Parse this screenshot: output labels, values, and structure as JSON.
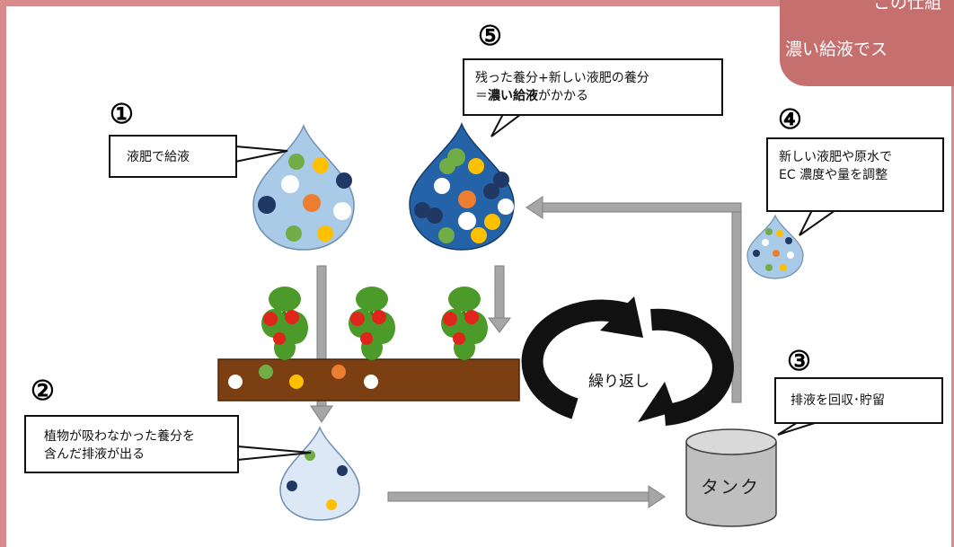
{
  "banner": {
    "line1": "この仕組",
    "line2": "濃い給液でス"
  },
  "steps": {
    "s1": {
      "number": "①",
      "text": "液肥で給液"
    },
    "s2": {
      "number": "②",
      "line1": "植物が吸わなかった養分を",
      "line2": "含んだ排液が出る"
    },
    "s3": {
      "number": "③",
      "text": "排液を回収･貯留"
    },
    "s4": {
      "number": "④",
      "line1": "新しい液肥や原水で",
      "line2": "EC 濃度や量を調整"
    },
    "s5": {
      "number": "⑤",
      "line1": "残った養分+新しい液肥の養分",
      "line2_prefix": "＝",
      "line2_bold": "濃い給液",
      "line2_suffix": "がかかる"
    }
  },
  "cycle_label": "繰り返し",
  "tank_label": "タンク",
  "colors": {
    "drop_light": "#a9cbe8",
    "drop_dark": "#2563a8",
    "dot_green": "#70ad47",
    "dot_yellow": "#ffc000",
    "dot_navy": "#203864",
    "dot_orange": "#ed7d31",
    "soil": "#7b3f12",
    "arrow_gray": "#a6a6a6",
    "tank_gray": "#bfbfbf",
    "frame_pink": "#d98b8b"
  }
}
